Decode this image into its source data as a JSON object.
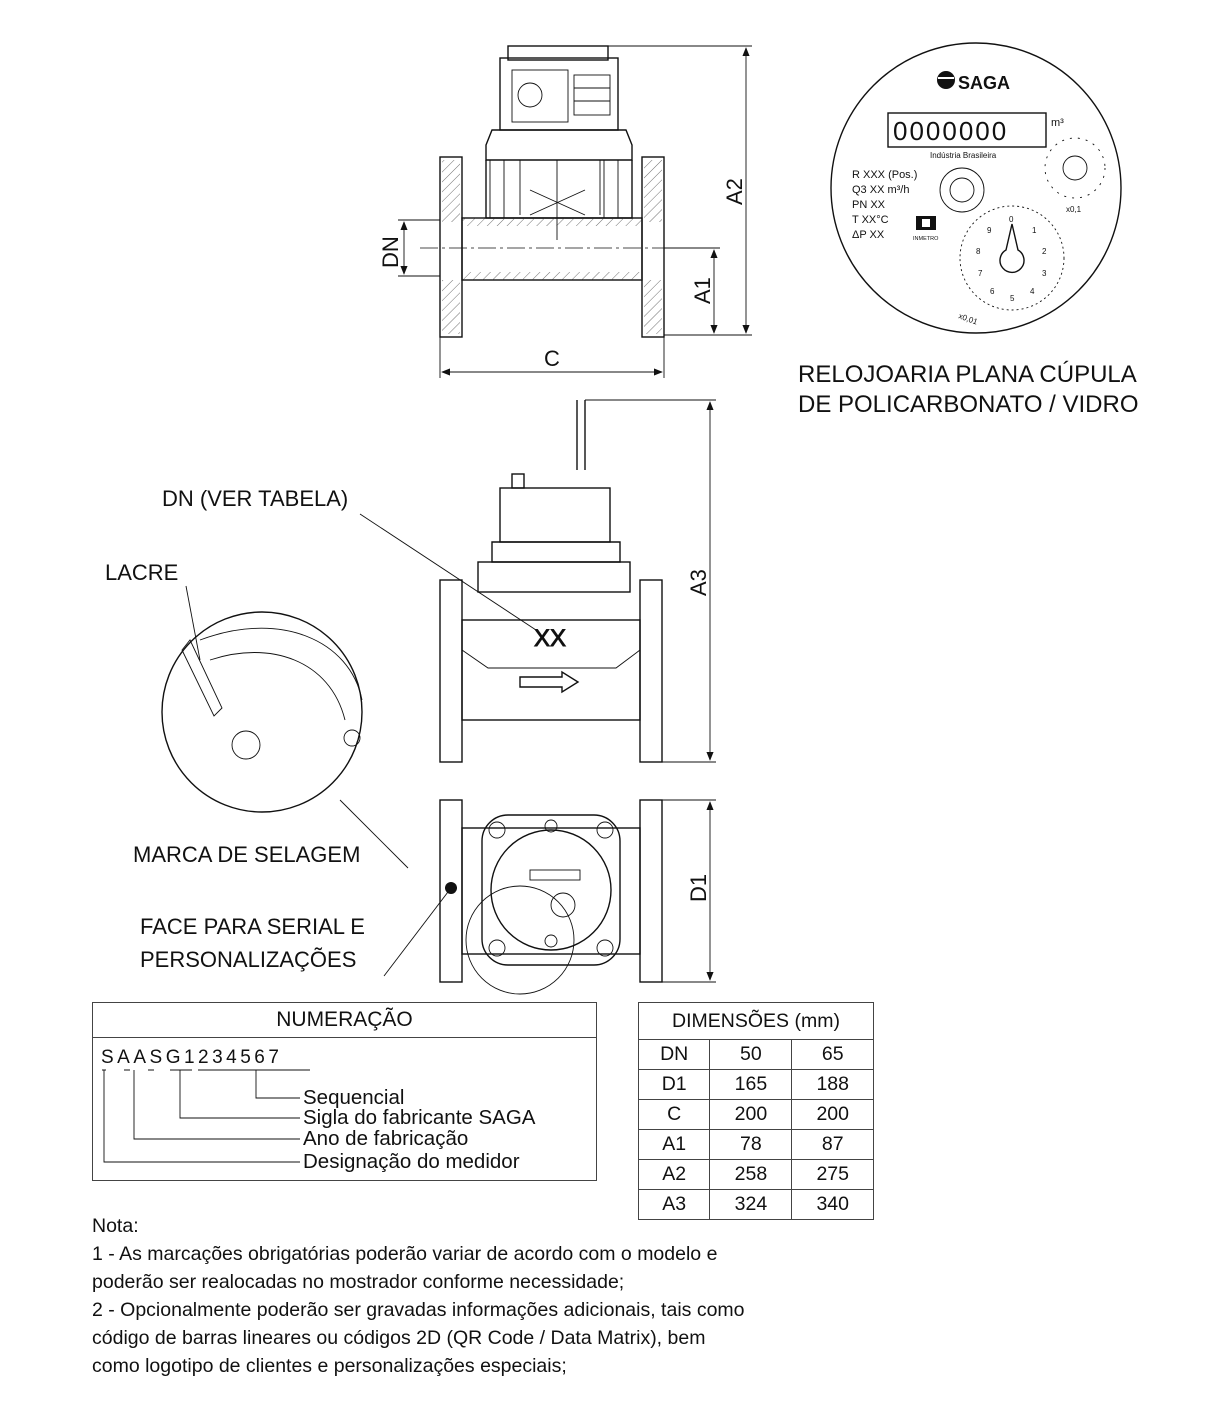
{
  "drawing": {
    "dimensions": {
      "dn": "DN",
      "a1": "A1",
      "a2": "A2",
      "a3": "A3",
      "c": "C",
      "d1": "D1"
    },
    "dial": {
      "brand": "SAGA",
      "counter": "0000000",
      "unit": "m³",
      "industry": "Indústria Brasileira",
      "inmetro": "INMETRO",
      "lines": [
        "R XXX (Pos.)",
        "Q3 XX m³/h",
        "PN XX",
        "T XX°C",
        "ΔP XX"
      ],
      "multiplier_small": "x0,1",
      "multiplier_large": "x0,01",
      "dial_digits": [
        "0",
        "1",
        "2",
        "3",
        "4",
        "5",
        "6",
        "7",
        "8",
        "9"
      ]
    },
    "dial_caption_line1": "RELOJOARIA PLANA CÚPULA",
    "dial_caption_line2": "DE POLICARBONATO / VIDRO",
    "callouts": {
      "dn_table": "DN (VER TABELA)",
      "lacre": "LACRE",
      "marca_selagem": "MARCA DE SELAGEM",
      "face_serial_1": "FACE PARA SERIAL E",
      "face_serial_2": "PERSONALIZAÇÕES",
      "body_mark": "XX"
    }
  },
  "numeracao": {
    "title": "NUMERAÇÃO",
    "code": "SAASG1234567",
    "legend": [
      "Sequencial",
      "Sigla do fabricante SAGA",
      "Ano de fabricação",
      "Designação do medidor"
    ]
  },
  "dimensions_table": {
    "title": "DIMENSÕES (mm)",
    "columns": [
      "DN",
      "50",
      "65"
    ],
    "rows": [
      [
        "D1",
        "165",
        "188"
      ],
      [
        "C",
        "200",
        "200"
      ],
      [
        "A1",
        "78",
        "87"
      ],
      [
        "A2",
        "258",
        "275"
      ],
      [
        "A3",
        "324",
        "340"
      ]
    ]
  },
  "note": {
    "title": "Nota:",
    "items": [
      "1 - As marcações obrigatórias poderão variar de acordo com o modelo e",
      "poderão ser realocadas no mostrador conforme necessidade;",
      "2 - Opcionalmente poderão ser gravadas informações adicionais, tais como",
      "código de barras lineares ou códigos 2D (QR Code / Data Matrix), bem",
      "como logotipo de clientes e personalizações especiais;"
    ]
  }
}
